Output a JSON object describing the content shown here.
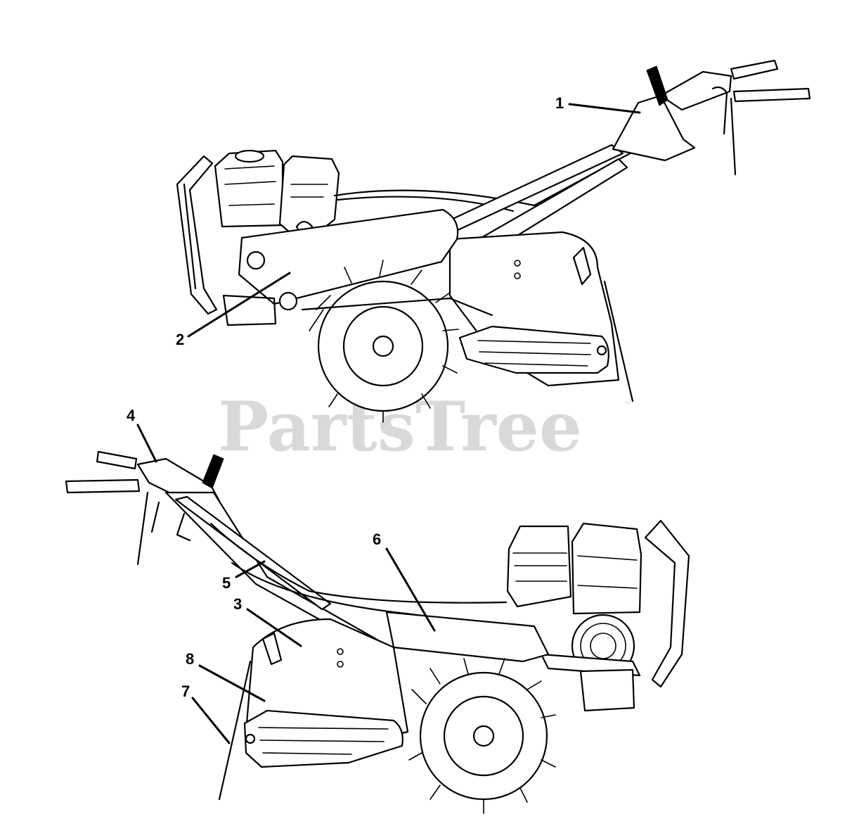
{
  "watermark": {
    "text": "PartsTree",
    "trademark": "™"
  },
  "callouts": [
    {
      "id": "1",
      "label": "1"
    },
    {
      "id": "2",
      "label": "2"
    },
    {
      "id": "3",
      "label": "3"
    },
    {
      "id": "4",
      "label": "4"
    },
    {
      "id": "5",
      "label": "5"
    },
    {
      "id": "6",
      "label": "6"
    },
    {
      "id": "7",
      "label": "7"
    },
    {
      "id": "8",
      "label": "8"
    }
  ]
}
